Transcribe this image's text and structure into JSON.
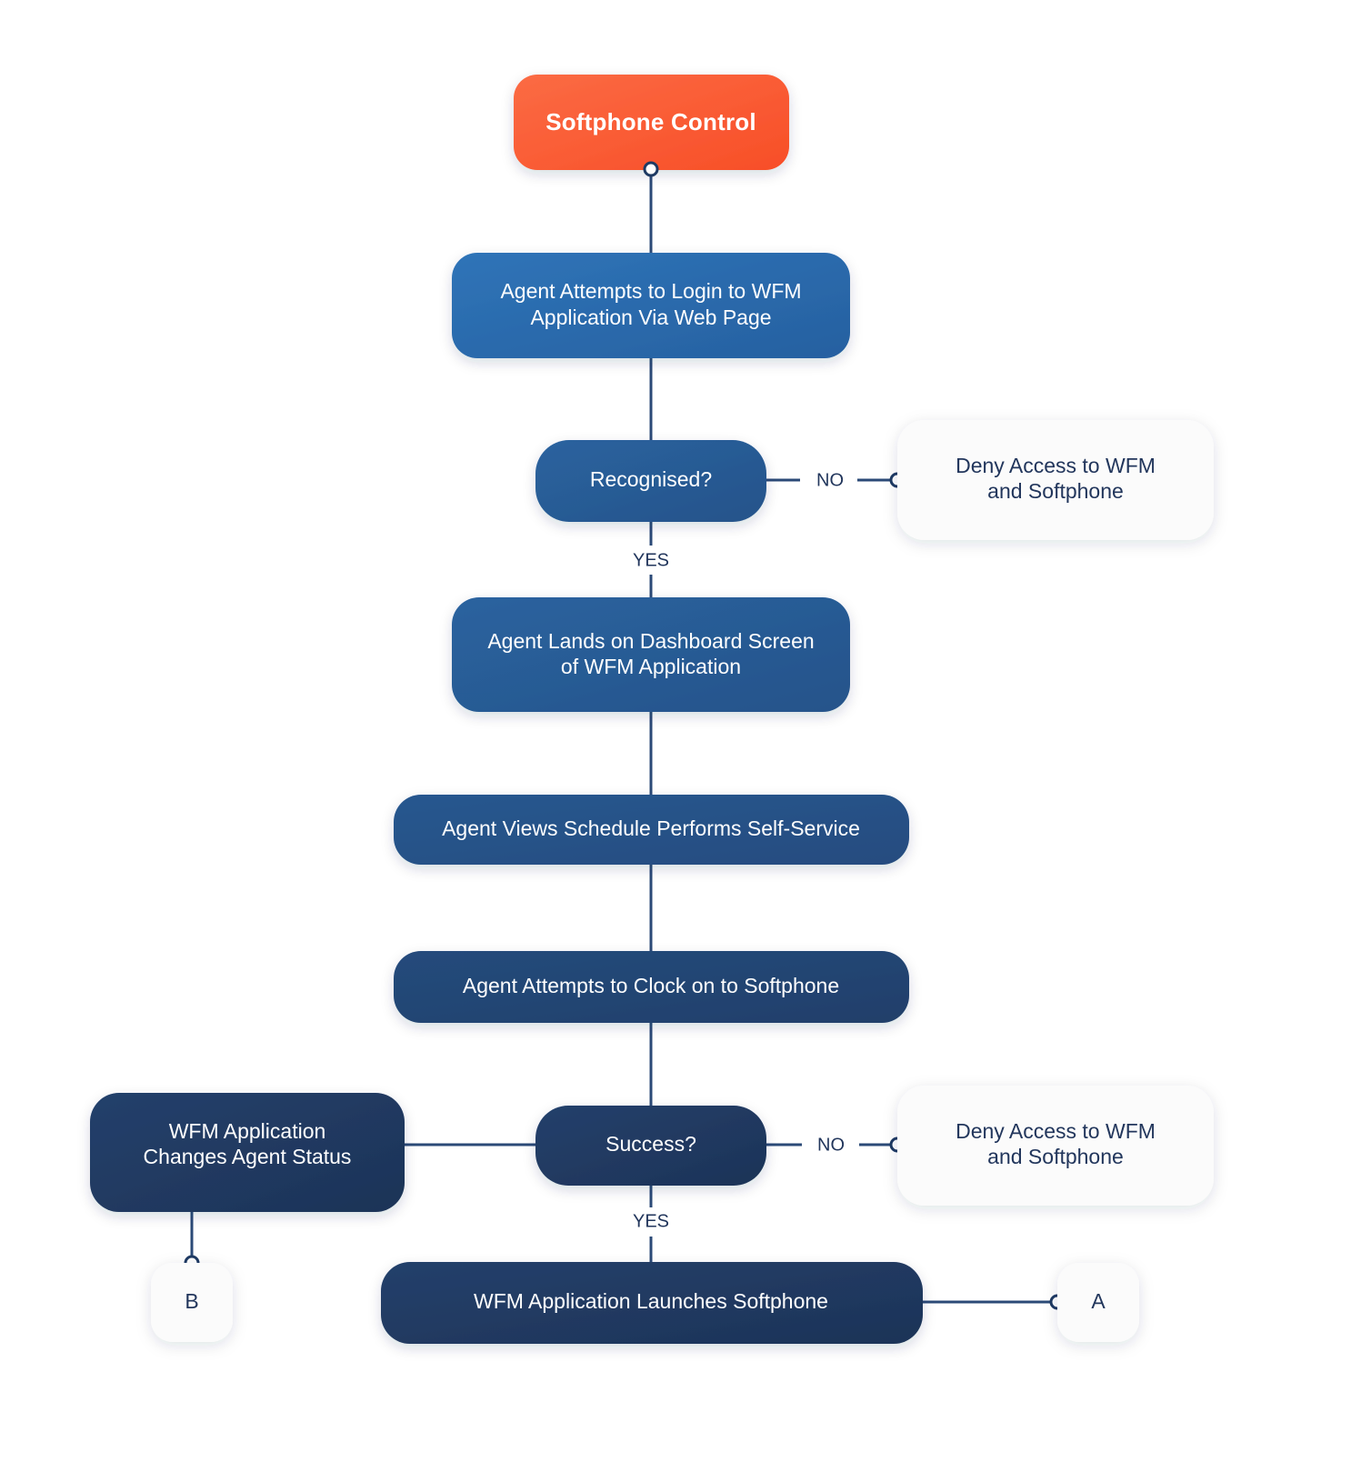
{
  "diagram": {
    "title": "Softphone Control",
    "background_color": "#FFFFFF",
    "palette": {
      "start_orange_from": "#FB6B44",
      "start_orange_to": "#F84E27",
      "blue_1_from": "#2F74B8",
      "blue_1_to": "#2660A0",
      "blue_2_from": "#2A639F",
      "blue_2_to": "#26538A",
      "blue_3_from": "#27578F",
      "blue_3_to": "#254C7F",
      "blue_4_from": "#254B7C",
      "blue_4_to": "#213F6A",
      "blue_5_from": "#22406B",
      "blue_5_to": "#1E3357",
      "white_card": "#FBFBFB",
      "connector": "#2B4A77",
      "text_dark": "#22365C",
      "text_light": "#FFFFFF"
    }
  },
  "nodes": {
    "start": {
      "id": "start",
      "label": "Softphone Control",
      "kind": "start",
      "style": "orange"
    },
    "login": {
      "id": "login",
      "label_line_1": "Agent Attempts to Login to WFM",
      "label_line_2": "Application Via Web Page",
      "kind": "process",
      "style": "blue-1"
    },
    "recognised": {
      "id": "recognised",
      "label": "Recognised?",
      "kind": "decision",
      "style": "blue-2"
    },
    "deny_1": {
      "id": "deny_1",
      "label_line_1": "Deny Access to WFM",
      "label_line_2": "and Softphone",
      "kind": "terminal",
      "style": "white"
    },
    "dashboard": {
      "id": "dashboard",
      "label_line_1": "Agent Lands on Dashboard Screen",
      "label_line_2": "of WFM Application",
      "kind": "process",
      "style": "blue-2"
    },
    "self_service": {
      "id": "self_service",
      "label": "Agent Views Schedule Performs Self-Service",
      "kind": "process",
      "style": "blue-3"
    },
    "clock_on": {
      "id": "clock_on",
      "label": "Agent Attempts to Clock on to Softphone",
      "kind": "process",
      "style": "blue-4"
    },
    "success": {
      "id": "success",
      "label": "Success?",
      "kind": "decision",
      "style": "blue-5"
    },
    "deny_2": {
      "id": "deny_2",
      "label_line_1": "Deny Access to WFM",
      "label_line_2": "and Softphone",
      "kind": "terminal",
      "style": "white"
    },
    "status_change": {
      "id": "status_change",
      "label_line_1": "WFM Application",
      "label_line_2": "Changes Agent Status",
      "kind": "process",
      "style": "blue-5"
    },
    "launch": {
      "id": "launch",
      "label": "WFM Application Launches Softphone",
      "kind": "process",
      "style": "blue-5"
    },
    "connector_b": {
      "id": "connector_b",
      "label": "B",
      "kind": "off-page-connector",
      "style": "white"
    },
    "connector_a": {
      "id": "connector_a",
      "label": "A",
      "kind": "off-page-connector",
      "style": "white"
    }
  },
  "edges": [
    {
      "from": "start",
      "to": "login",
      "label": ""
    },
    {
      "from": "login",
      "to": "recognised",
      "label": ""
    },
    {
      "from": "recognised",
      "to": "deny_1",
      "label": "NO"
    },
    {
      "from": "recognised",
      "to": "dashboard",
      "label": "YES"
    },
    {
      "from": "dashboard",
      "to": "self_service",
      "label": ""
    },
    {
      "from": "self_service",
      "to": "clock_on",
      "label": ""
    },
    {
      "from": "clock_on",
      "to": "success",
      "label": ""
    },
    {
      "from": "success",
      "to": "deny_2",
      "label": "NO"
    },
    {
      "from": "success",
      "to": "launch",
      "label": "YES"
    },
    {
      "from": "success",
      "to": "status_change",
      "label": ""
    },
    {
      "from": "status_change",
      "to": "connector_b",
      "label": ""
    },
    {
      "from": "launch",
      "to": "connector_a",
      "label": ""
    }
  ],
  "edge_labels": {
    "no_1": "NO",
    "yes_1": "YES",
    "no_2": "NO",
    "yes_2": "YES"
  }
}
